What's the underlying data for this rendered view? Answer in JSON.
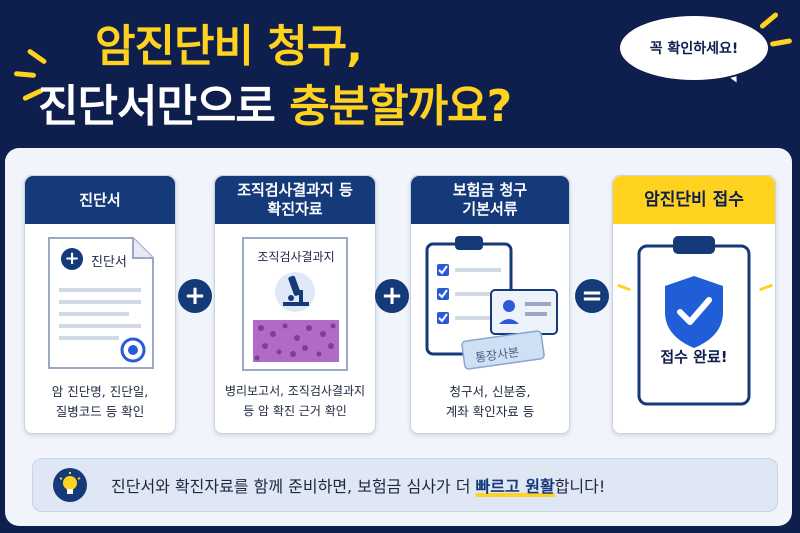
{
  "title": {
    "line1": "암진단비 청구,",
    "line2_white": "진단서만으로",
    "line2_yellow": "충분할까요?"
  },
  "bubble": "꼭 확인하세요!",
  "cards": [
    {
      "header": "진단서",
      "doc_label": "진단서",
      "caption_1": "암 진단명, 진단일,",
      "caption_2": "질병코드 등 확인"
    },
    {
      "header_1": "조직검사결과지 등",
      "header_2": "확진자료",
      "doc_label": "조직검사결과지",
      "caption_1": "병리보고서, 조직검사결과지",
      "caption_2": "등 암 확진 근거 확인"
    },
    {
      "header_1": "보험금 청구",
      "header_2": "기본서류",
      "stamp": "통장사본",
      "caption_1": "청구서, 신분증,",
      "caption_2": "계좌 확인자료 등"
    },
    {
      "header": "암진단비 접수",
      "result": "접수 완료!"
    }
  ],
  "operators": [
    "+",
    "+",
    "="
  ],
  "tip": {
    "prefix": "진단서와 확진자료를 함께 준비하면, 보험금 심사가 더 ",
    "highlight": "빠르고 원활",
    "suffix": "합니다!"
  },
  "colors": {
    "navy": "#0e1f4d",
    "blue": "#143a7a",
    "yellow": "#ffd21f",
    "panel": "#f1f4fa"
  },
  "icons": [
    "plus-icon",
    "seal-icon",
    "microscope-icon",
    "check-icon",
    "id-card-icon",
    "shield-check-icon",
    "lightbulb-icon"
  ]
}
